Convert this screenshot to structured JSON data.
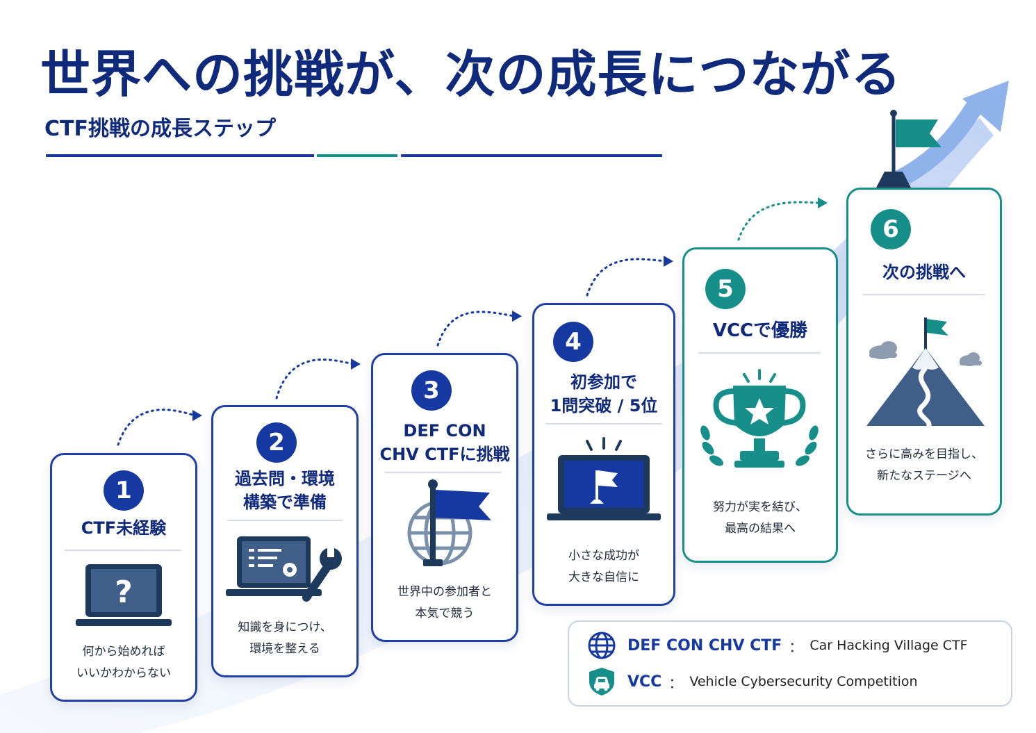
{
  "title": "世界への挑戦が、次の成長につながる",
  "subtitle": "CTF挑戦の成長ステップ",
  "steps": [
    {
      "num": "1",
      "title1": "CTF未経験",
      "title2": "",
      "desc1": "何から始めれば",
      "desc2": "いいかわからない",
      "icon": "laptop-question-icon"
    },
    {
      "num": "2",
      "title1": "過去問・環境",
      "title2": "構築で準備",
      "desc1": "知識を身につけ、",
      "desc2": "環境を整える",
      "icon": "laptop-wrench-icon"
    },
    {
      "num": "3",
      "title1": "DEF CON",
      "title2": "CHV CTFに挑戦",
      "desc1": "世界中の参加者と",
      "desc2": "本気で競う",
      "icon": "globe-flag-icon"
    },
    {
      "num": "4",
      "title1": "初参加で",
      "title2": "1問突破 / 5位",
      "desc1": "小さな成功が",
      "desc2": "大きな自信に",
      "icon": "laptop-flag-icon"
    },
    {
      "num": "5",
      "title1": "VCCで優勝",
      "title2": "",
      "desc1": "努力が実を結び、",
      "desc2": "最高の結果へ",
      "icon": "trophy-icon"
    },
    {
      "num": "6",
      "title1": "次の挑戦へ",
      "title2": "",
      "desc1": "さらに高みを目指し、",
      "desc2": "新たなステージへ",
      "icon": "mountain-flag-icon"
    }
  ],
  "legend": [
    {
      "name": "DEF CON CHV CTF",
      "colon": "：",
      "desc": "Car Hacking Village CTF",
      "icon": "globe-icon"
    },
    {
      "name": "VCC",
      "colon": "：",
      "desc": "Vehicle Cybersecurity Competition",
      "icon": "car-shield-icon"
    }
  ],
  "colors": {
    "navy": "#0f2a7a",
    "blue": "#1539a0",
    "teal": "#168f8b",
    "light_blue": "#8fb2ea"
  }
}
